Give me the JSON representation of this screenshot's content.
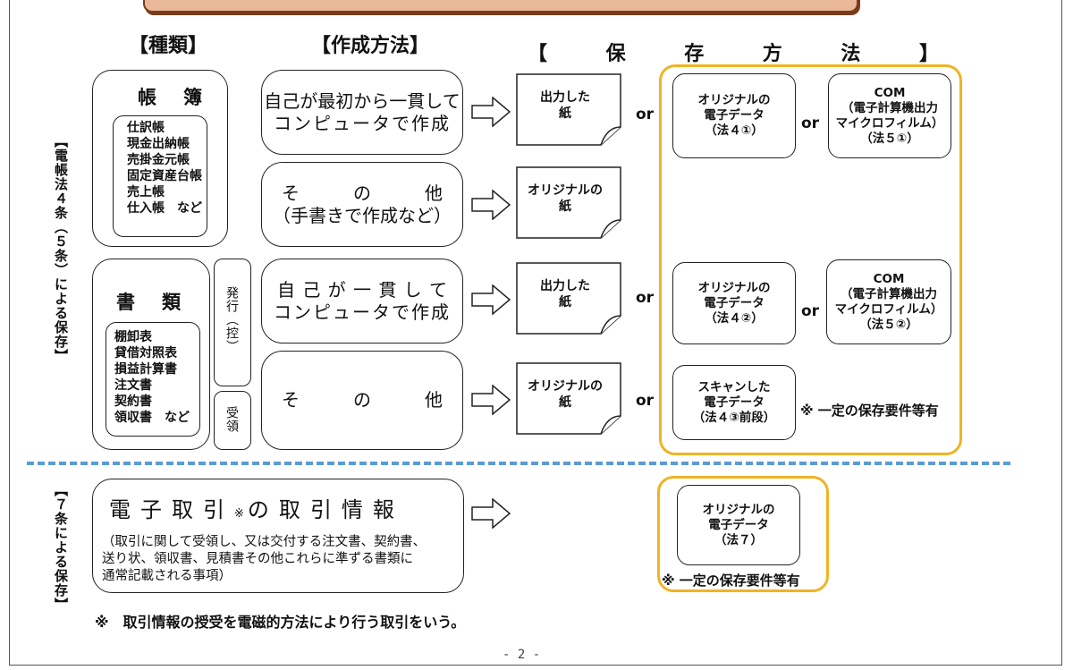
{
  "headers": {
    "kind": "【種類】",
    "method": "【作成方法】",
    "storage_chars": [
      "【",
      "保",
      "存",
      "方",
      "法",
      "】"
    ]
  },
  "side_labels": {
    "upper": "【電帳法４条（５条）による保存】",
    "lower": "【７条による保存】"
  },
  "ledger": {
    "title": "帳簿",
    "items": [
      "仕訳帳",
      "現金出納帳",
      "売掛金元帳",
      "固定資産台帳",
      "売上帳",
      "仕入帳　など"
    ]
  },
  "documents": {
    "title": "書類",
    "items": [
      "棚卸表",
      "貸借対照表",
      "損益計算書",
      "注文書",
      "契約書",
      "領収書　など"
    ],
    "issue_label": "発行（控）",
    "receive_label": "受領"
  },
  "methods": {
    "m1_line1": "自己が最初から一貫して",
    "m1_line2": "コンピュータで作成",
    "m2_chars": [
      "そ",
      "の",
      "他"
    ],
    "m2_line2": "（手書きで作成など）",
    "m3_chars": [
      "自",
      "己",
      "が",
      "一",
      "貫",
      "し",
      "て"
    ],
    "m3_line2": "コンピュータで作成",
    "m4_chars": [
      "そ",
      "の",
      "他"
    ]
  },
  "papers": {
    "p1": [
      "出力した",
      "紙"
    ],
    "p2": [
      "オリジナルの",
      "紙"
    ],
    "p3": [
      "出力した",
      "紙"
    ],
    "p4": [
      "オリジナルの",
      "紙"
    ]
  },
  "or_label": "or",
  "storage": {
    "s1": [
      "オリジナルの",
      "電子データ",
      "（法４①）"
    ],
    "s2": [
      "COM",
      "（電子計算機出力",
      "マイクロフィルム）",
      "（法５①）"
    ],
    "s3": [
      "オリジナルの",
      "電子データ",
      "（法４②）"
    ],
    "s4": [
      "COM",
      "（電子計算機出力",
      "マイクロフィルム）",
      "（法５②）"
    ],
    "s5": [
      "スキャンした",
      "電子データ",
      "（法４③前段）"
    ],
    "s6": [
      "オリジナルの",
      "電子データ",
      "（法７）"
    ]
  },
  "notes": {
    "requirement": "※ 一定の保存要件等有"
  },
  "transaction": {
    "title_chars": [
      "電",
      "子",
      "取",
      "引"
    ],
    "title_mark": "※",
    "title_rest_chars": [
      "の",
      "取",
      "引",
      "情",
      "報"
    ],
    "desc": [
      "（取引に関して受領し、又は交付する注文書、契約書、",
      "送り状、領収書、見積書その他これらに準ずる書類に",
      "通常記載される事項）"
    ]
  },
  "footnote": "※　取引情報の授受を電磁的方法により行う取引をいう。",
  "page_number": "- 2 -",
  "colors": {
    "highlight_border": "#f0b323",
    "divider": "#5b9bd5",
    "banner_fill": "#e8b898"
  }
}
